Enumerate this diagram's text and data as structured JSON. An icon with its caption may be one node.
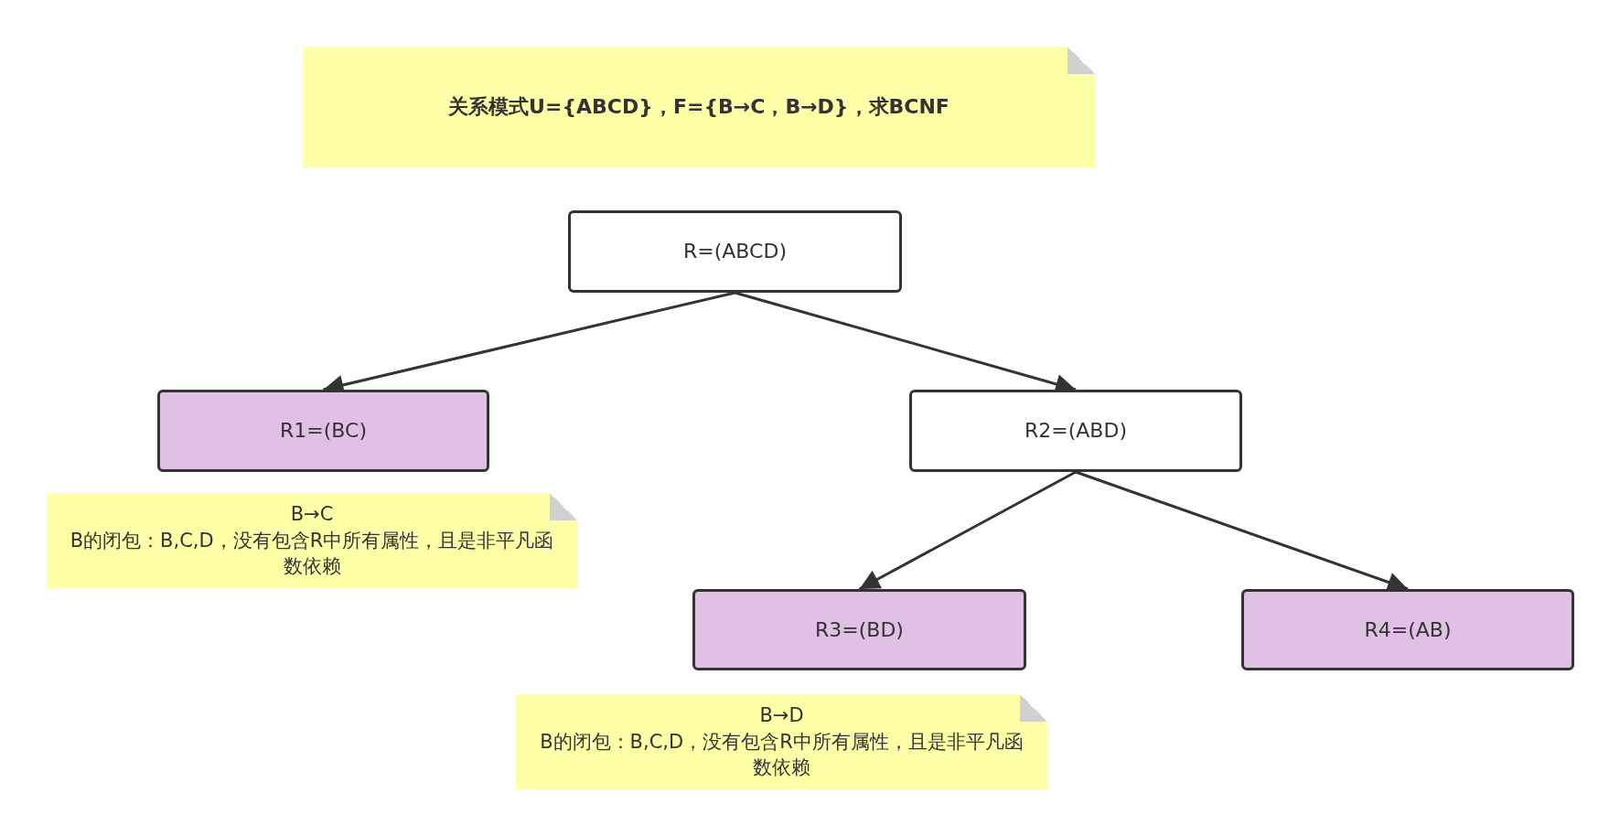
{
  "diagram": {
    "nodes": [
      {
        "text": [
          "关系模式U={ABCD}，F={B→C，B→D}，求BCNF"
        ]
      },
      {
        "text": [
          "R=(ABCD)"
        ]
      },
      {
        "text": [
          "R1=(BC)"
        ]
      },
      {
        "text": [
          "R2=(ABD)"
        ]
      },
      {
        "text": [
          "B→C",
          "B的闭包：B,C,D，没有包含R中所有属性，且是非平凡函数依赖"
        ]
      },
      {
        "text": [
          "R3=(BD)"
        ]
      },
      {
        "text": [
          "R4=(AB)"
        ]
      },
      {
        "text": [
          "B→D",
          "B的闭包：B,C,D，没有包含R中所有属性，且是非平凡函数依赖"
        ]
      }
    ],
    "edges": [
      {
        "from": 1,
        "to": 2,
        "arrow": "to"
      },
      {
        "from": 1,
        "to": 3,
        "arrow": "to"
      },
      {
        "from": 3,
        "to": 5,
        "arrow": "to"
      },
      {
        "from": 3,
        "to": 6,
        "arrow": "to"
      }
    ]
  }
}
